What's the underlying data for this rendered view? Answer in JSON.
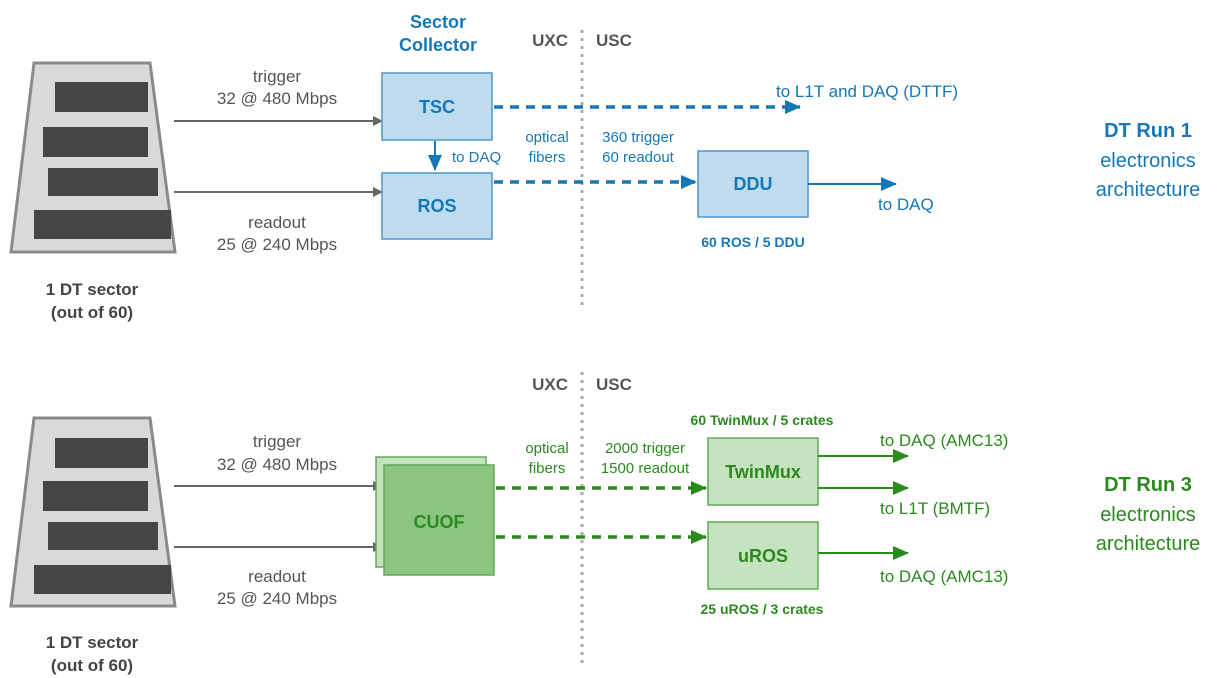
{
  "colors": {
    "run1_accent": "#1577b6",
    "run1_box_fill": "#bfdcef",
    "run1_box_stroke": "#4d97c8",
    "run3_accent": "#2a8a1e",
    "run3_box_fill": "#c6e3bf",
    "run3_box_stroke": "#61a957",
    "cuof_fill": "#8cc581",
    "gray_arrow": "#666666",
    "divider": "#aaaaaa",
    "sector_body": "#d9d9d9",
    "sector_bar": "#454545"
  },
  "run1": {
    "title": "DT Run 1",
    "subtitle_line1": "electronics",
    "subtitle_line2": "architecture",
    "sector_label_line1": "1 DT sector",
    "sector_label_line2": "(out of 60)",
    "trigger_label": "trigger",
    "trigger_rate": "32 @ 480 Mbps",
    "readout_label": "readout",
    "readout_rate": "25 @ 240 Mbps",
    "collector_line1": "Sector",
    "collector_line2": "Collector",
    "tsc_label": "TSC",
    "ros_label": "ROS",
    "to_daq_small": "to DAQ",
    "optical_line1": "optical",
    "optical_line2": "fibers",
    "zone_uxc": "UXC",
    "zone_usc": "USC",
    "trigger_count": "360 trigger",
    "readout_count": "60 readout",
    "dttf_target": "to L1T and DAQ (DTTF)",
    "ddu_label": "DDU",
    "ddu_output": "to DAQ",
    "ros_ddu_count": "60 ROS / 5 DDU"
  },
  "run3": {
    "title": "DT Run 3",
    "subtitle_line1": "electronics",
    "subtitle_line2": "architecture",
    "sector_label_line1": "1 DT sector",
    "sector_label_line2": "(out of 60)",
    "trigger_label": "trigger",
    "trigger_rate": "32 @ 480 Mbps",
    "readout_label": "readout",
    "readout_rate": "25 @ 240 Mbps",
    "cuof_label": "CUOF",
    "optical_line1": "optical",
    "optical_line2": "fibers",
    "zone_uxc": "UXC",
    "zone_usc": "USC",
    "trigger_count": "2000 trigger",
    "readout_count": "1500 readout",
    "twinmux_count": "60 TwinMux / 5 crates",
    "twinmux_label": "TwinMux",
    "twinmux_out1": "to DAQ (AMC13)",
    "twinmux_out2": "to L1T (BMTF)",
    "uros_label": "uROS",
    "uros_out": "to DAQ (AMC13)",
    "uros_count": "25 uROS / 3 crates"
  }
}
